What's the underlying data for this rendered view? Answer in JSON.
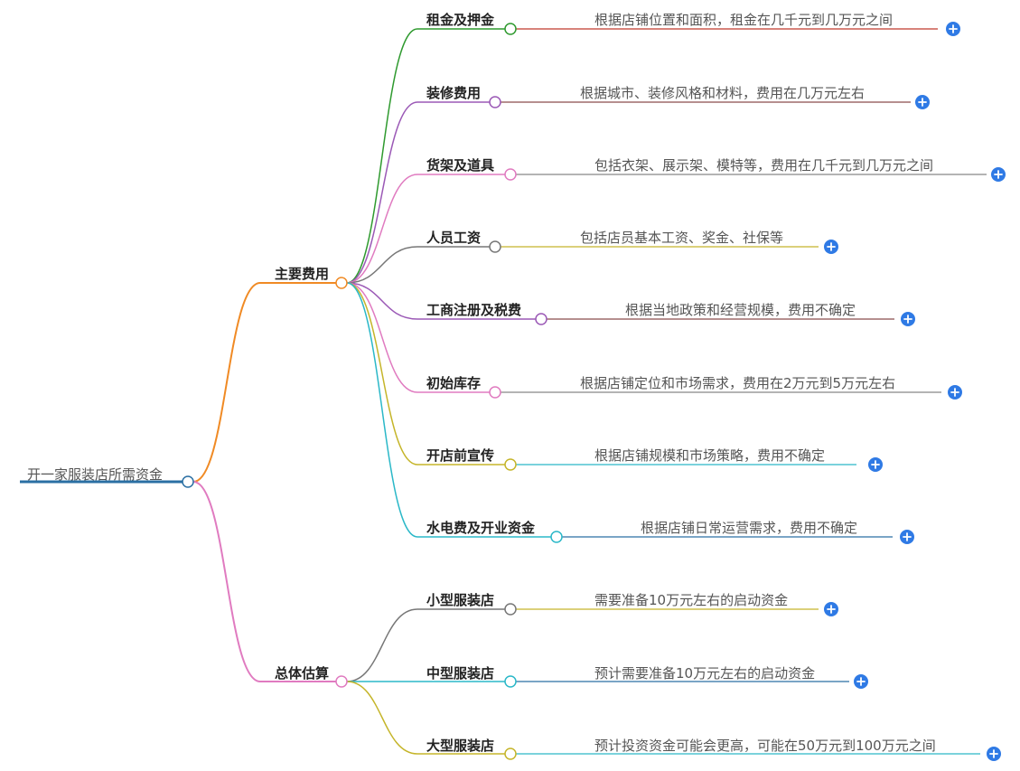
{
  "root": {
    "label": "开一家服装店所需资金",
    "color": "#2a6fa3"
  },
  "branches": [
    {
      "label": "主要费用",
      "color": "#f08a24",
      "children": [
        {
          "label": "租金及押金",
          "color": "#2f9a2f",
          "detail": "根据店铺位置和面积，租金在几千元到几万元之间",
          "detail_color": "#c0392b"
        },
        {
          "label": "装修费用",
          "color": "#9b59b6",
          "detail": "根据城市、装修风格和材料，费用在几万元左右",
          "detail_color": "#8b4c4c"
        },
        {
          "label": "货架及道具",
          "color": "#e07bc0",
          "detail": "包括衣架、展示架、模特等，费用在几千元到几万元之间",
          "detail_color": "#888888"
        },
        {
          "label": "人员工资",
          "color": "#777777",
          "detail": "包括店员基本工资、奖金、社保等",
          "detail_color": "#c5b52a"
        },
        {
          "label": "工商注册及税费",
          "color": "#9b59b6",
          "detail": "根据当地政策和经营规模，费用不确定",
          "detail_color": "#8b4c4c"
        },
        {
          "label": "初始库存",
          "color": "#e07bc0",
          "detail": "根据店铺定位和市场需求，费用在2万元到5万元左右",
          "detail_color": "#888888"
        },
        {
          "label": "开店前宣传",
          "color": "#c5b52a",
          "detail": "根据店铺规模和市场策略，费用不确定",
          "detail_color": "#2bb8c8"
        },
        {
          "label": "水电费及开业资金",
          "color": "#2bb8c8",
          "detail": "根据店铺日常运营需求，费用不确定",
          "detail_color": "#2a6fa3"
        }
      ]
    },
    {
      "label": "总体估算",
      "color": "#e07bc0",
      "children": [
        {
          "label": "小型服装店",
          "color": "#777777",
          "detail": "需要准备10万元左右的启动资金",
          "detail_color": "#c5b52a"
        },
        {
          "label": "中型服装店",
          "color": "#2bb8c8",
          "detail": "预计需要准备10万元左右的启动资金",
          "detail_color": "#2a6fa3"
        },
        {
          "label": "大型服装店",
          "color": "#c5b52a",
          "detail": "预计投资资金可能会更高，可能在50万元到100万元之间",
          "detail_color": "#2bb8c8"
        }
      ]
    }
  ]
}
